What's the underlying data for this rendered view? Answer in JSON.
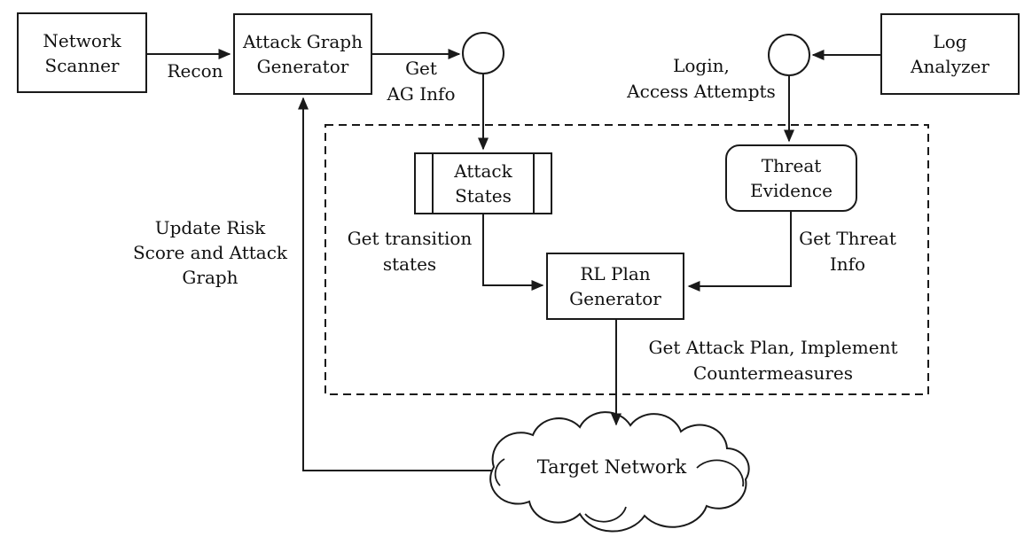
{
  "diagram": {
    "background_color": "#ffffff",
    "stroke_color": "#1a1a1a",
    "nodes": {
      "network_scanner": "Network\nScanner",
      "attack_graph_generator": "Attack Graph\nGenerator",
      "log_analyzer": "Log\nAnalyzer",
      "attack_states": "Attack\nStates",
      "threat_evidence": "Threat\nEvidence",
      "rl_plan_generator": "RL Plan\nGenerator",
      "target_network": "Target Network"
    },
    "edge_labels": {
      "recon": "Recon",
      "get_ag_info": "Get\nAG Info",
      "login_access_attempts": "Login,\nAccess Attempts",
      "get_transition_states": "Get transition\nstates",
      "get_threat_info": "Get Threat\nInfo",
      "get_attack_plan": "Get Attack Plan, Implement\nCountermeasures",
      "update_risk": "Update Risk\nScore and Attack\nGraph"
    }
  }
}
